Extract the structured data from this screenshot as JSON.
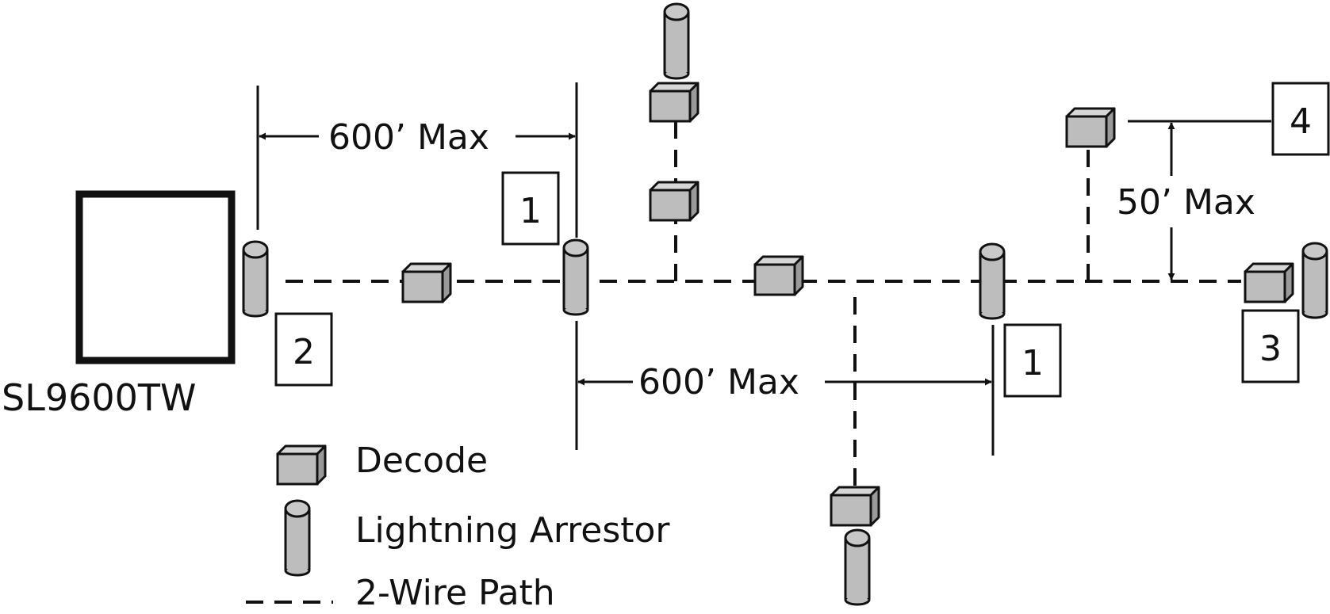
{
  "controller": {
    "label": "SL9600TW"
  },
  "dimensions": {
    "top_span": "600’ Max",
    "bottom_span": "600’ Max",
    "vertical_span": "50’ Max"
  },
  "callouts": [
    "1",
    "1",
    "2",
    "3",
    "4"
  ],
  "legend": {
    "decoder": "Decode",
    "arrestor": "Lightning Arrestor",
    "wire": "2-Wire Path"
  },
  "colors": {
    "device_fill": "#bdbdbd",
    "device_top": "#d6d6d6",
    "device_side": "#9a9a9a",
    "line": "#111111"
  }
}
